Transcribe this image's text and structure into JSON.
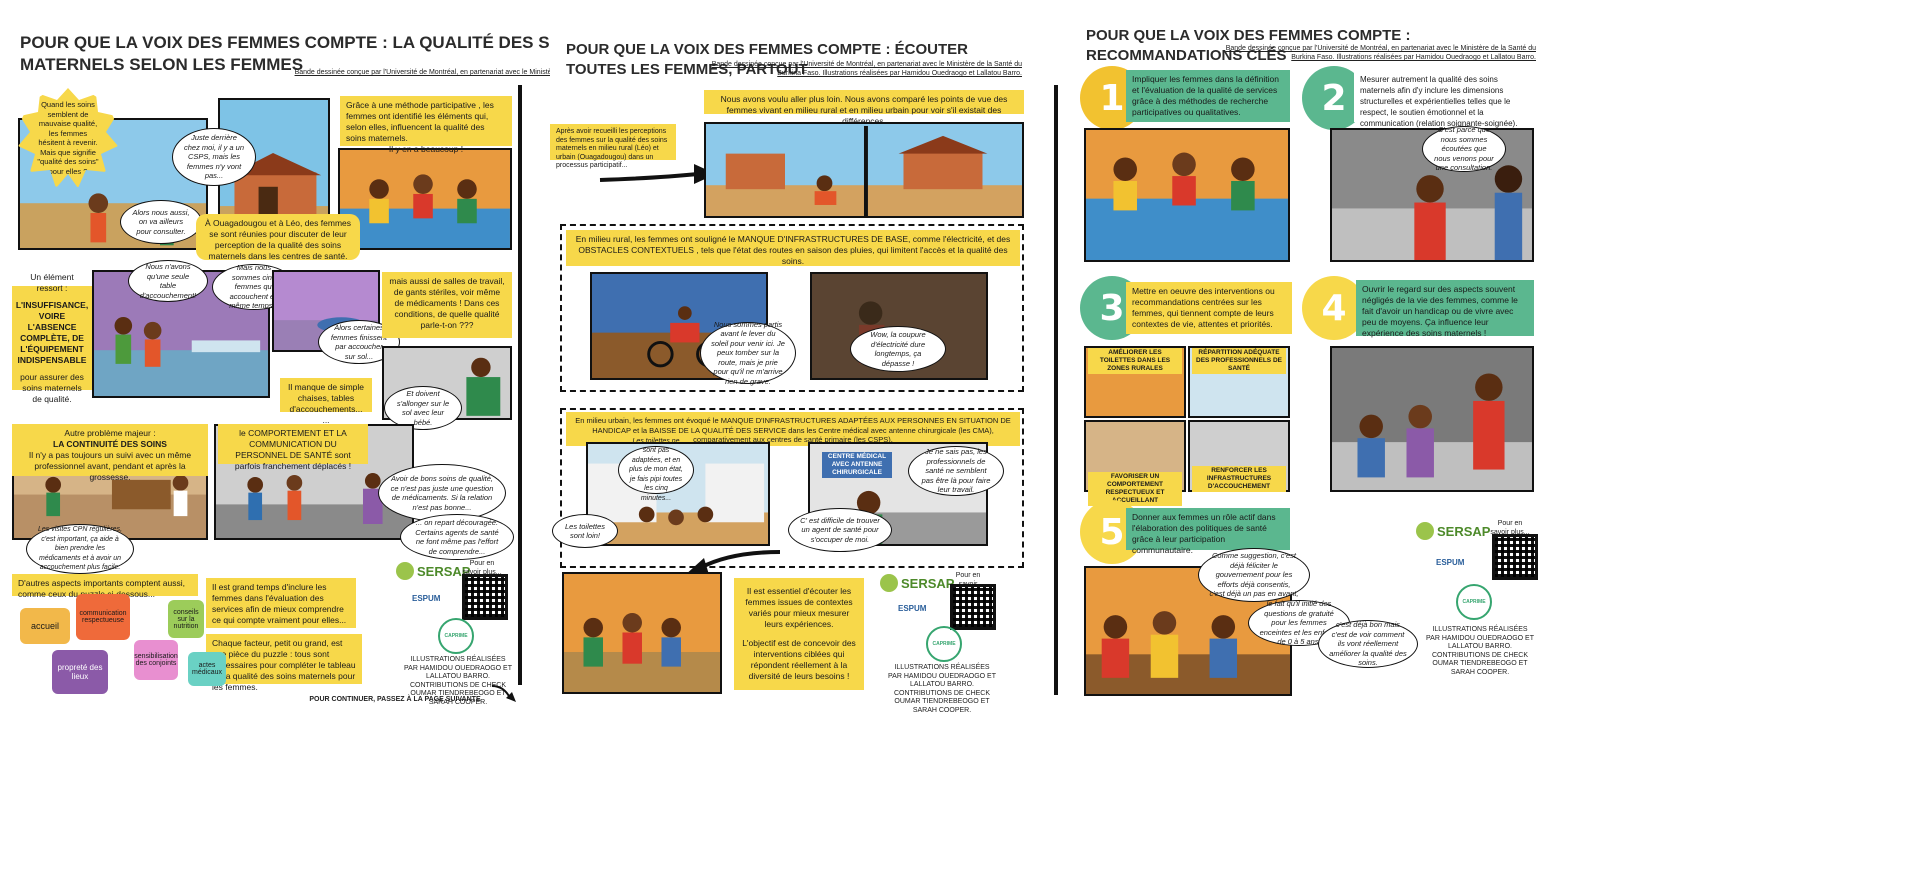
{
  "page1": {
    "title": "POUR QUE LA VOIX DES FEMMES COMPTE : LA QUALITÉ DES SOINS MATERNELS SELON LES FEMMES",
    "credit": "Bande dessinée conçue par l'Université de Montréal, en partenariat avec le Ministère de la Santé du Burkina Faso.",
    "star": "Quand les soins semblent de mauvaise qualité, les femmes hésitent à revenir. Mais que signifie \"qualité des soins\" pour elles ?",
    "bubble_csps": "Juste derrière chez moi, il y a un CSPS, mais les femmes n'y vont pas...",
    "bubble_consult": "Alors nous aussi, on va ailleurs pour consulter.",
    "box_method": "Grâce à une méthode participative , les femmes ont identifié les éléments qui, selon elles, influencent la qualité des soins maternels.",
    "box_method2": "Il y en a beaucoup !",
    "box_ouaga": "À Ouagadougou et à Léo, des femmes se sont réunies pour discuter de leur perception de la qualité des soins maternels dans les centres de santé.",
    "box_ressort": "Un élément ressort :",
    "box_insuff": "L'INSUFFISANCE, VOIRE L'ABSENCE COMPLÈTE, DE L'ÉQUIPEMENT INDISPENSABLE",
    "box_insuff2": "pour assurer des soins maternels de qualité.",
    "bubble_table": "Nous n'avons qu'une seule table d'accouchement!",
    "bubble_cinq": "Mais nous sommes cinq femmes qui accouchent en même temps...",
    "box_salles": "mais aussi de salles de travail, de gants stériles, voir même de médicaments ! Dans ces conditions, de quelle qualité parle-t-on ???",
    "bubble_sol": "Alors certaines femmes finissent par accoucher sur sol...",
    "box_chaises": "Il manque de simple chaises, tables d'accouchements... ...",
    "bubble_allonger": "Et doivent s'allonger sur le sol avec leur bébé.",
    "box_continuite_title": "Autre problème majeur :",
    "box_continuite_head": "LA CONTINUITÉ DES SOINS",
    "box_continuite": "Il n'y a pas toujours un suivi avec un même professionnel avant, pendant et après la grossesse.",
    "box_comport": "le COMPORTEMENT ET LA COMMUNICATION DU PERSONNEL DE SANTÉ sont parfois franchement déplacés !",
    "bubble_cpn": "Les visites CPN régulières, c'est important, ça aide à bien prendre les médicaments et à avoir un accouchement plus facile.",
    "bubble_bons": "Avoir de bons soins de qualité, ce n'est pas juste une question de médicaments. Si la relation n'est pas bonne...",
    "bubble_decourage": "... on repart découragée. Certains agents de santé ne font même pas l'effort de comprendre...",
    "box_autres": "D'autres aspects importants comptent aussi, comme ceux du puzzle ci-dessous...",
    "box_temps": "Il est grand temps d'inclure les femmes dans l'évaluation des services afin de mieux comprendre ce qui compte vraiment pour elles...",
    "box_facteur": "Chaque facteur, petit ou grand, est une pièce du puzzle : tous sont nécessaires pour compléter le tableau de la qualité des soins maternels pour les femmes.",
    "puzzle": [
      "accueil",
      "communication respectueuse",
      "conseils sur la nutrition",
      "sensibilisation des conjoints",
      "propreté des lieux",
      "actes médicaux"
    ],
    "savoir": "Pour en savoir plus...",
    "credits_ill": "ILLUSTRATIONS RÉALISÉES PAR HAMIDOU OUEDRAOGO ET LALLATOU BARRO. CONTRIBUTIONS DE CHECK OUMAR TIENDREBEOGO ET SARAH COOPER.",
    "continuer": "POUR CONTINUER, PASSEZ À LA PAGE SUIVANTE"
  },
  "page2": {
    "title": "POUR QUE LA VOIX DES FEMMES COMPTE : ÉCOUTER TOUTES LES FEMMES, PARTOUT",
    "credit": "Bande dessinée conçue par l'Université de Montréal, en partenariat avec le Ministère de la Santé du Burkina Faso. Illustrations réalisées par Hamidou Ouedraogo et Lallatou Barro.",
    "box_loin": "Nous avons voulu aller plus loin. Nous avons comparé les points de vue des femmes vivant en milieu rural et en milieu urbain pour voir s'il existait des différences.",
    "box_apres": "Après avoir recueilli les perceptions des femmes sur la qualité des soins maternels en milieu rural (Léo) et urbain (Ouagadougou) dans un processus participatif...",
    "box_rural": "En milieu rural, les femmes ont souligné le MANQUE D'INFRASTRUCTURES DE BASE, comme l'électricité, et des OBSTACLES CONTEXTUELS , tels que l'état des routes en saison des pluies, qui limitent l'accès et la qualité des soins.",
    "bubble_partis": "Nous sommes partis avant le lever du soleil pour venir ici. Je peux tomber sur la route, mais je prie pour qu'il ne m'arrive rien de grave.",
    "bubble_coupure": "Wow, la coupure d'électricité dure longtemps, ça dépasse !",
    "box_urbain": "En milieu urbain, les femmes ont évoqué le MANQUE D'INFRASTRUCTURES ADAPTÉES AUX PERSONNES EN SITUATION DE HANDICAP et la BAISSE DE LA QUALITÉ DES SERVICE dans les Centre médical avec antenne chirurgicale (les CMA), comparativement aux centres de santé primaire (les CSPS).",
    "bubble_toilettes": "Les toilettes ne sont pas adaptées, et en plus de mon état, je fais pipi toutes les cinq minutes...",
    "bubble_loin": "Les toilettes sont loin!",
    "sign_cma": "CENTRE MÉDICAL AVEC ANTENNE CHIRURGICALE",
    "bubble_sais": "Je ne sais pas, les professionnels de santé ne semblent pas être là pour faire leur travail.",
    "bubble_difficile": "C' est difficile de trouver un agent de santé pour s'occuper de moi.",
    "box_essentiel": "Il est essentiel d'écouter les femmes issues de contextes variés pour mieux mesurer leurs expériences.",
    "box_objectif": "L'objectif est de concevoir des interventions ciblées qui répondent réellement à la diversité de leurs besoins !",
    "savoir": "Pour en savoir plus...",
    "credits_ill": "ILLUSTRATIONS RÉALISÉES PAR HAMIDOU OUEDRAOGO ET LALLATOU BARRO. CONTRIBUTIONS DE CHECK OUMAR TIENDREBEOGO ET SARAH COOPER."
  },
  "page3": {
    "title": "POUR QUE LA VOIX DES FEMMES COMPTE : RECOMMANDATIONS CLÉS",
    "credit": "Bande dessinée conçue par l'Université de Montréal, en partenariat avec le Ministère de la Santé du Burkina Faso. Illustrations réalisées par Hamidou Ouedraogo et Lallatou Barro.",
    "recs": [
      {
        "num": "1",
        "text": "Impliquer les femmes dans la définition et l'évaluation de la qualité de services grâce à des méthodes de recherche participatives ou qualitatives."
      },
      {
        "num": "2",
        "text": "Mesurer autrement la qualité des soins maternels afin d'y inclure les dimensions structurelles et expérientielles telles que le respect, le soutien émotionnel et la communication (relation soignante-soignée)."
      },
      {
        "num": "3",
        "text": "Mettre en oeuvre des interventions ou recommandations centrées sur les femmes, qui tiennent compte de leurs contextes de vie, attentes et priorités."
      },
      {
        "num": "4",
        "text": "Ouvrir le regard sur des aspects souvent négligés de la vie des femmes, comme le fait d'avoir un handicap ou de vivre avec peu de moyens. Ça influence leur expérience des soins maternels !"
      },
      {
        "num": "5",
        "text": "Donner aux femmes un rôle actif dans l'élaboration des politiques de santé grâce à leur participation communautaire."
      }
    ],
    "bubble_ecoutees": "C'est parce que nous sommes écoutées que nous venons pour une consultation.",
    "labels": [
      "AMÉLIORER LES TOILETTES DANS LES ZONES RURALES",
      "RÉPARTITION ADÉQUATE DES PROFESSIONNELS DE SANTÉ",
      "FAVORISER UN COMPORTEMENT RESPECTUEUX ET ACCUEILLANT",
      "RENFORCER LES INFRASTRUCTURES D'ACCOUCHEMENT"
    ],
    "bubble_suggestion": "Comme suggestion, c'est déjà féliciter le gouvernement pour les efforts déjà consentis, c'est déjà un pas en avant,",
    "bubble_gratuite": "le fait qu'il initié des questions de gratuité pour les femmes enceintes et les enfants de 0 à 5 ans,",
    "bubble_mais": "c'est déjà bon mais c'est de voir comment ils vont réellement améliorer la qualité des soins.",
    "savoir": "Pour en savoir plus...",
    "credits_ill": "ILLUSTRATIONS RÉALISÉES PAR HAMIDOU OUEDRAOGO ET LALLATOU BARRO. CONTRIBUTIONS DE CHECK OUMAR TIENDREBEOGO ET SARAH COOPER."
  },
  "logos": {
    "sersap": "SERSAP",
    "espum": "ESPUM",
    "caprime": "CAPRIME"
  },
  "colors": {
    "yellow": "#f7d84a",
    "green": "#5bb78f",
    "sky": "#7ec3e6",
    "brown": "#8b5a2b"
  }
}
